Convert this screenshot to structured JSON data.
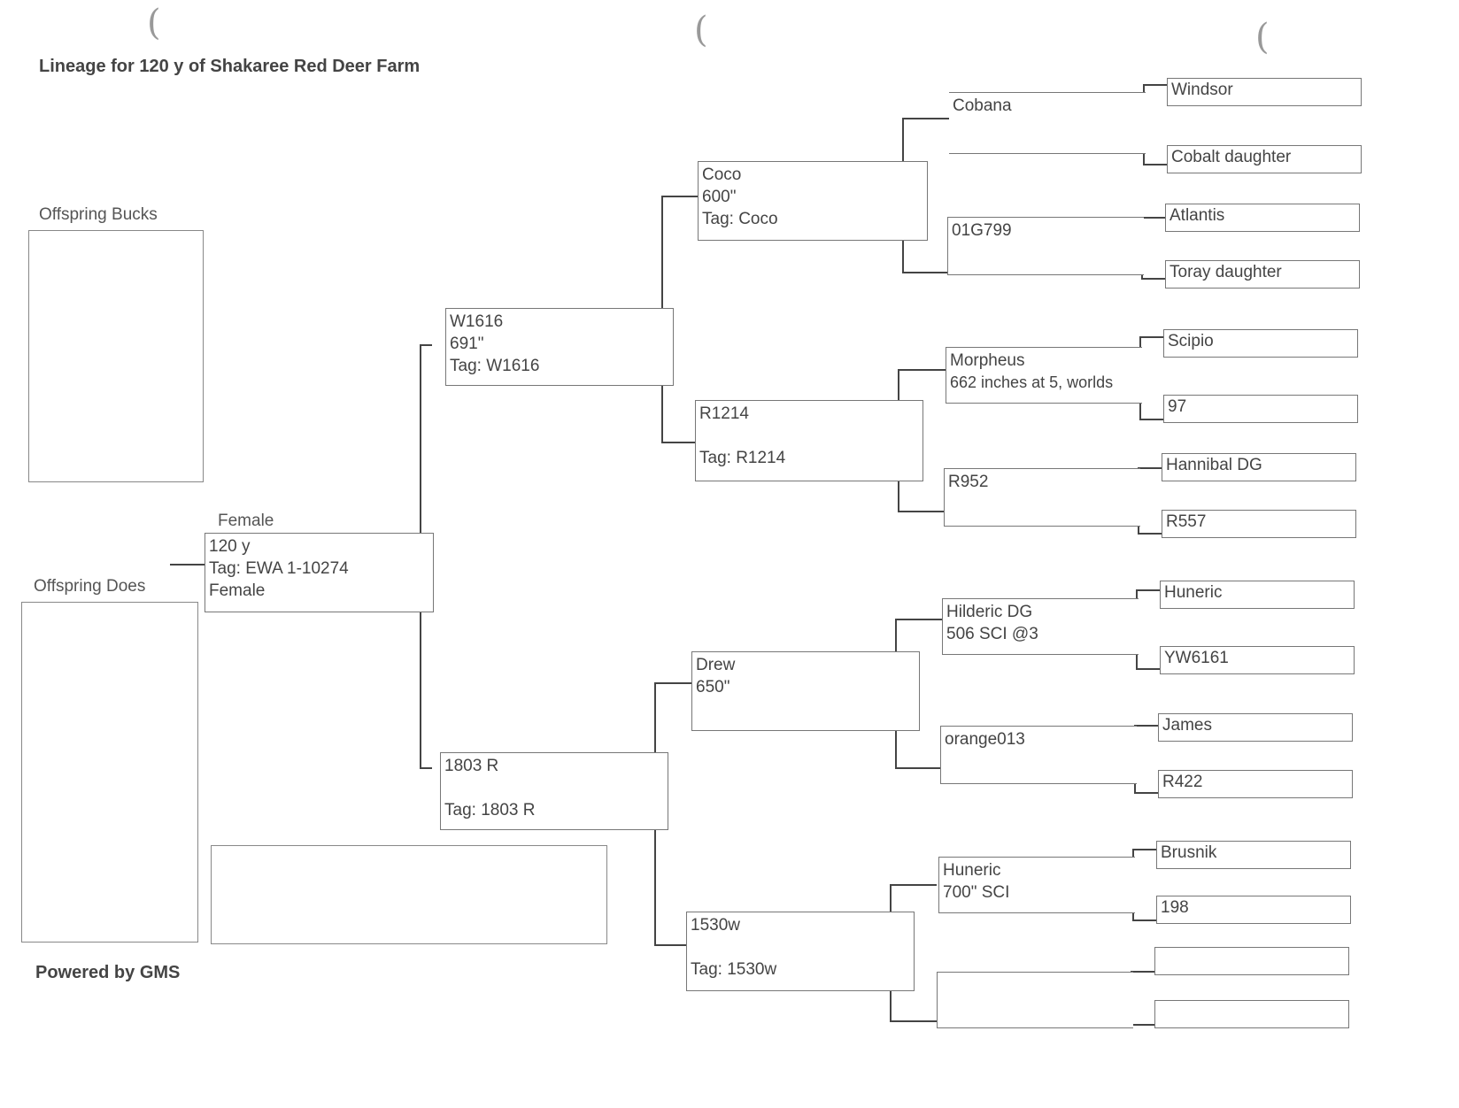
{
  "title": "Lineage for 120 y of Shakaree Red Deer Farm",
  "offspring_bucks_label": "Offspring Bucks",
  "offspring_does_label": "Offspring Does",
  "footer": "Powered by GMS",
  "subject": {
    "header": "Female",
    "lines": [
      "120 y",
      "Tag: EWA 1-10274",
      "Female"
    ]
  },
  "gen1": {
    "sire": {
      "lines": [
        "W1616",
        "691\"",
        "Tag: W1616"
      ]
    },
    "dam": {
      "lines": [
        "1803 R",
        "",
        "Tag: 1803 R"
      ]
    }
  },
  "gen2": {
    "ss": {
      "lines": [
        "Coco",
        "600\"",
        "Tag: Coco"
      ]
    },
    "sd": {
      "lines": [
        "R1214",
        "",
        "Tag: R1214"
      ]
    },
    "ds": {
      "lines": [
        "Drew",
        "650\""
      ]
    },
    "dd": {
      "lines": [
        "1530w",
        "",
        "Tag: 1530w"
      ]
    }
  },
  "gen3": {
    "sss": {
      "lines": [
        "Cobana"
      ]
    },
    "ssd": {
      "lines": [
        "01G799"
      ]
    },
    "sds": {
      "lines": [
        "Morpheus",
        "662 inches at 5, worlds"
      ]
    },
    "sdd": {
      "lines": [
        "R952"
      ]
    },
    "dss": {
      "lines": [
        "Hilderic DG",
        "506 SCI @3"
      ]
    },
    "dsd": {
      "lines": [
        "orange013"
      ]
    },
    "dds": {
      "lines": [
        "Huneric",
        "700\" SCI"
      ]
    },
    "ddd": {
      "lines": [
        ""
      ]
    }
  },
  "gen4": [
    "Windsor",
    "Cobalt daughter",
    "Atlantis",
    "Toray daughter",
    "Scipio",
    "97",
    "Hannibal DG",
    "R557",
    "Huneric",
    "YW6161",
    "James",
    "R422",
    "Brusnik",
    "198",
    "",
    ""
  ]
}
